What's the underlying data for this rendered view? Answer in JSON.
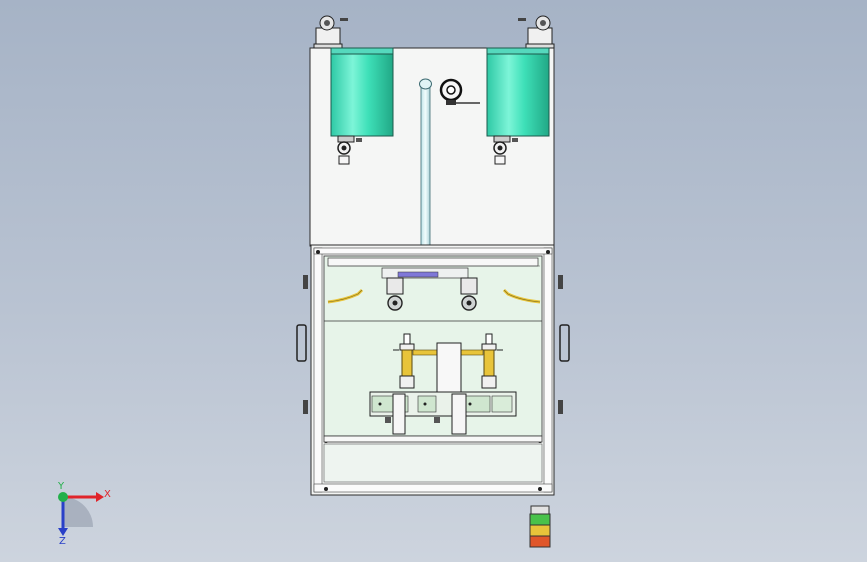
{
  "viewport": {
    "background_top": "#a6b3c6",
    "background_bottom": "#cdd4de"
  },
  "model": {
    "frame_color": "#f4f5f4",
    "line_color": "#2b2b2b",
    "tank_color": "#3ee0b8",
    "panel_glass_color": "#e6f4ea",
    "cylinder_color": "#e8c43a"
  },
  "triad": {
    "x_label": "X",
    "y_label": "Y",
    "z_label": "Z",
    "x_color": "#e0242a",
    "y_color": "#23b04a",
    "z_color": "#2940c8"
  },
  "signal_tower": {
    "lights": [
      "green",
      "yellow",
      "red"
    ],
    "colors": [
      "#49c24a",
      "#e8c43a",
      "#e0562a"
    ]
  }
}
